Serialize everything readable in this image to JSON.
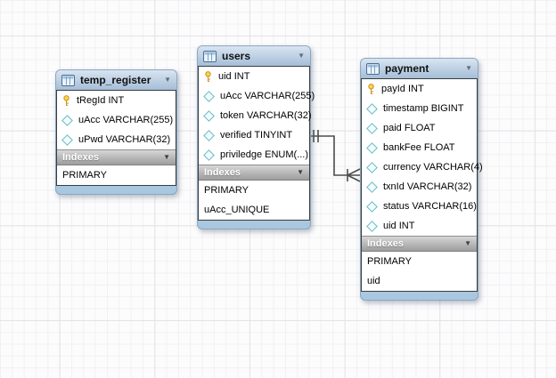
{
  "diagram": {
    "tables": [
      {
        "title": "temp_register",
        "indexes_label": "Indexes",
        "columns": [
          {
            "icon": "key",
            "label": "tRegId INT"
          },
          {
            "icon": "diamond",
            "label": "uAcc VARCHAR(255)"
          },
          {
            "icon": "diamond",
            "label": "uPwd VARCHAR(32)"
          }
        ],
        "indexes": [
          {
            "label": "PRIMARY"
          }
        ]
      },
      {
        "title": "users",
        "indexes_label": "Indexes",
        "columns": [
          {
            "icon": "key",
            "label": "uid INT"
          },
          {
            "icon": "diamond",
            "label": "uAcc VARCHAR(255)"
          },
          {
            "icon": "diamond",
            "label": "token VARCHAR(32)"
          },
          {
            "icon": "diamond",
            "label": "verified TINYINT"
          },
          {
            "icon": "diamond",
            "label": "priviledge ENUM(...)"
          }
        ],
        "indexes": [
          {
            "label": "PRIMARY"
          },
          {
            "label": "uAcc_UNIQUE"
          }
        ]
      },
      {
        "title": "payment",
        "indexes_label": "Indexes",
        "columns": [
          {
            "icon": "key",
            "label": "payId INT"
          },
          {
            "icon": "diamond",
            "label": "timestamp BIGINT"
          },
          {
            "icon": "diamond",
            "label": "paid FLOAT"
          },
          {
            "icon": "diamond",
            "label": "bankFee FLOAT"
          },
          {
            "icon": "diamond",
            "label": "currency VARCHAR(4)"
          },
          {
            "icon": "diamond",
            "label": "txnId VARCHAR(32)"
          },
          {
            "icon": "diamond",
            "label": "status VARCHAR(16)"
          },
          {
            "icon": "diamond",
            "label": "uid INT"
          }
        ],
        "indexes": [
          {
            "label": "PRIMARY"
          },
          {
            "label": "uid"
          }
        ]
      }
    ],
    "relationships": [
      {
        "from_table": "users",
        "to_table": "payment",
        "from_cardinality": "one-mandatory (||)",
        "to_cardinality": "many (crow's foot)"
      }
    ],
    "collapse_glyph": "▼",
    "colors": {
      "table_header_top": "#d9e5f1",
      "table_header_bottom": "#a5bed8",
      "table_footer": "#aac7e0",
      "indexes_bar": "#b3b3b3",
      "connector": "#4d4d4d",
      "key_icon_fill": "#ffd34d",
      "diamond_icon_border": "#67bcc4"
    }
  }
}
